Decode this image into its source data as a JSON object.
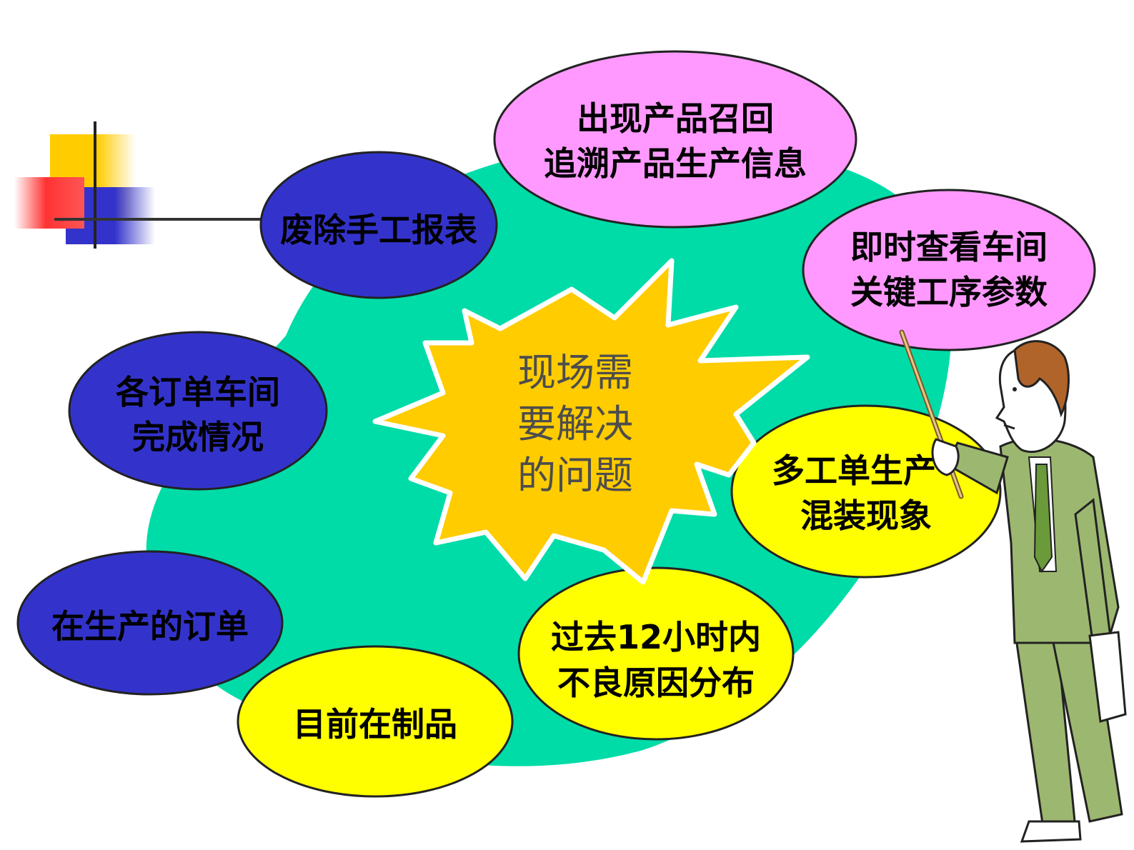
{
  "colors": {
    "background": "#ffffff",
    "blob": "#00dca8",
    "navy_bubble": "#3333cc",
    "pink_bubble": "#ff99ff",
    "yellow_bubble": "#ffff00",
    "starburst": "#ffcc00",
    "deco_yellow": "#ffcc00",
    "deco_red": "#ff3333",
    "deco_blue": "#3333cc"
  },
  "center": {
    "lines": [
      "现场需",
      "要解决",
      "的问题"
    ]
  },
  "bubbles": {
    "abolish_manual_reports": {
      "lines": [
        "废除手工报表"
      ]
    },
    "product_recall": {
      "lines": [
        "出现产品召回",
        "追溯产品生产信息"
      ]
    },
    "workshop_parameters": {
      "lines": [
        "即时查看车间",
        "关键工序参数"
      ]
    },
    "order_completion": {
      "lines": [
        "各订单车间",
        "完成情况"
      ]
    },
    "orders_in_production": {
      "lines": [
        "在生产的订单"
      ]
    },
    "wip": {
      "lines": [
        "目前在制品"
      ]
    },
    "defect_causes": {
      "lines": [
        "过去12小时内",
        "不良原因分布"
      ]
    },
    "mixed_assembly": {
      "lines": [
        "多工单生产",
        "混装现象"
      ]
    }
  },
  "presenter": {
    "icon": "presenter-with-pointer-icon"
  },
  "decoration": {
    "icon": "corner-squares-decoration-icon"
  }
}
